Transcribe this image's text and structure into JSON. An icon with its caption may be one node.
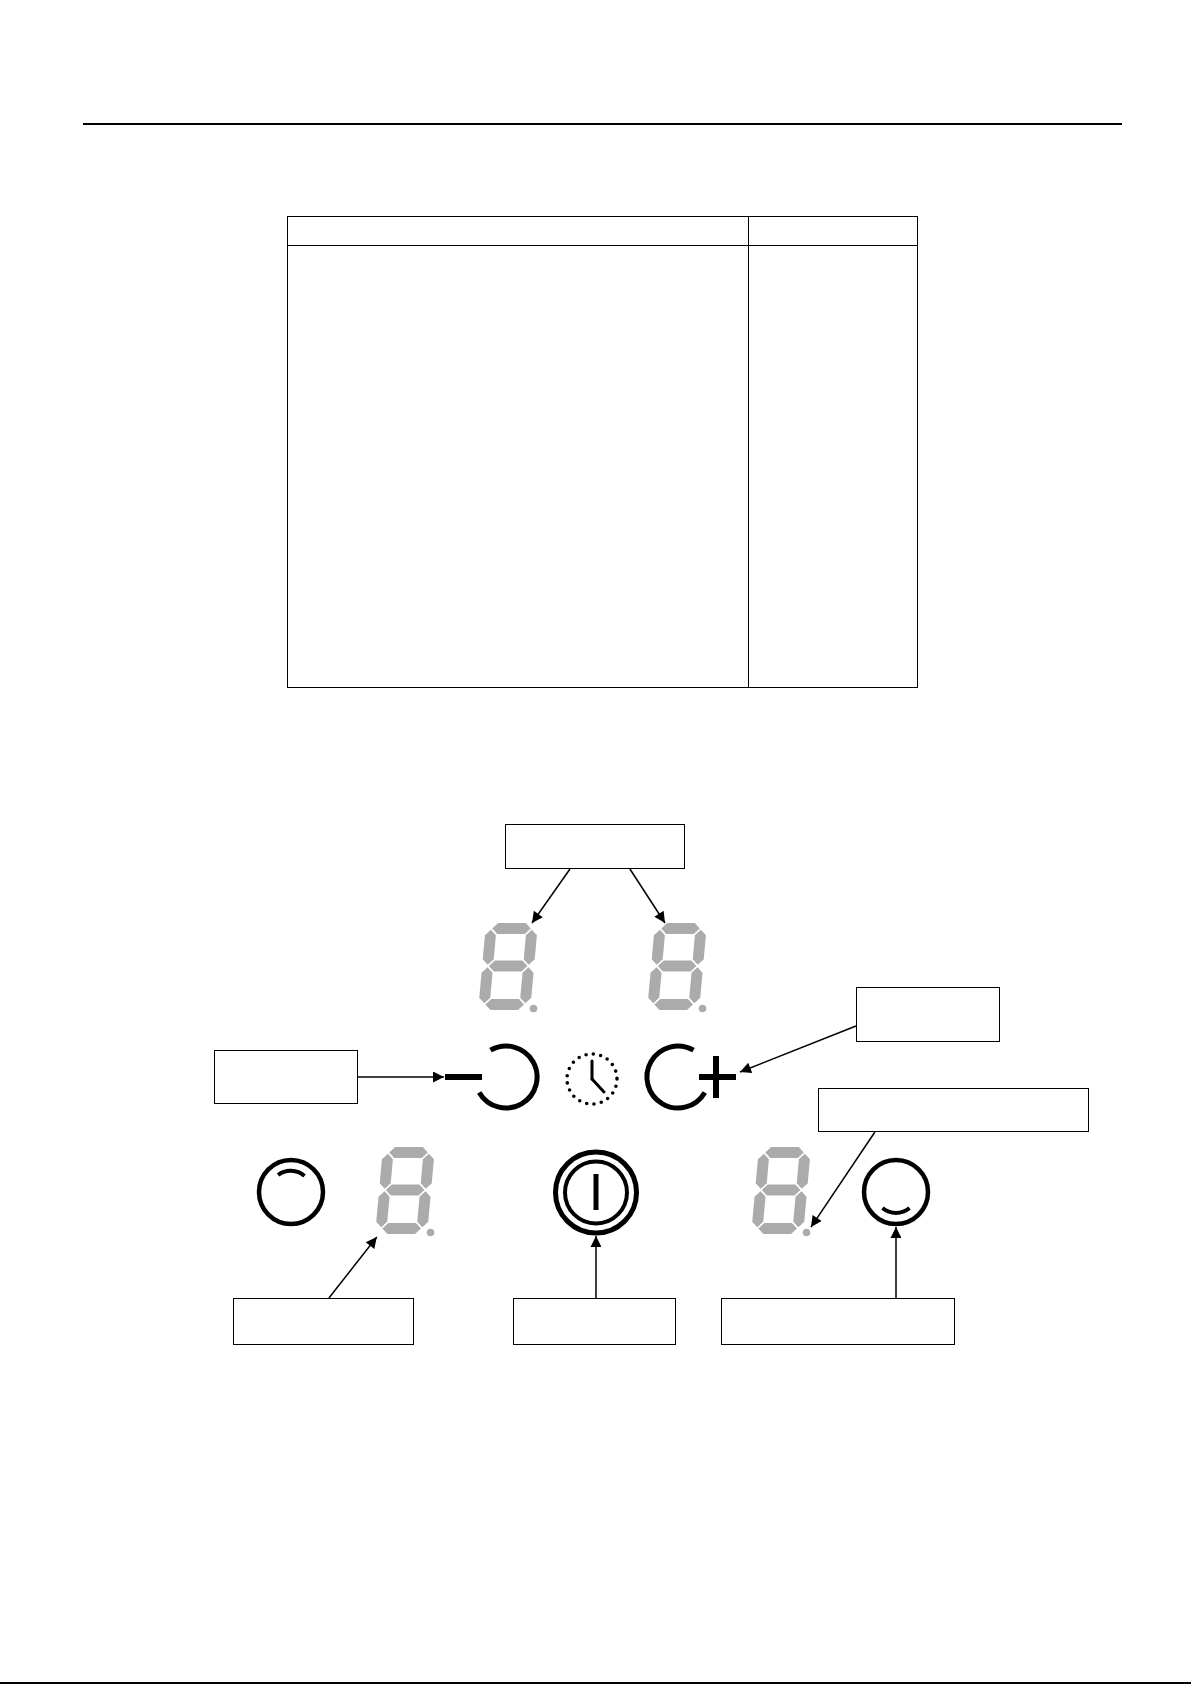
{
  "diagram": {
    "nodes": [
      {
        "text": [],
        "shape": "table"
      },
      {
        "text": [],
        "shape": "box"
      },
      {
        "text": [],
        "shape": "picture"
      },
      {
        "text": [],
        "shape": "picture"
      },
      {
        "text": [],
        "shape": "box"
      },
      {
        "text": [],
        "shape": "box"
      },
      {
        "text": [],
        "shape": "picture"
      },
      {
        "text": [],
        "shape": "picture"
      },
      {
        "text": [],
        "shape": "box"
      },
      {
        "text": [],
        "shape": "picture"
      },
      {
        "text": [],
        "shape": "picture"
      },
      {
        "text": [],
        "shape": "picture"
      },
      {
        "text": [],
        "shape": "picture"
      },
      {
        "text": [],
        "shape": "box"
      },
      {
        "text": [],
        "shape": "box"
      },
      {
        "text": [],
        "shape": "box"
      }
    ],
    "edges": [
      {
        "from": 1,
        "to": 2,
        "arrow": "to"
      },
      {
        "from": 1,
        "to": 3,
        "arrow": "to"
      },
      {
        "from": 4,
        "to": 7,
        "arrow": "to"
      },
      {
        "from": 5,
        "to": 6,
        "arrow": "to"
      },
      {
        "from": 8,
        "to": 11,
        "arrow": "to"
      },
      {
        "from": 13,
        "to": 9,
        "arrow": "to"
      },
      {
        "from": 14,
        "to": 10,
        "arrow": "to"
      },
      {
        "from": 15,
        "to": 12,
        "arrow": "to"
      }
    ]
  }
}
